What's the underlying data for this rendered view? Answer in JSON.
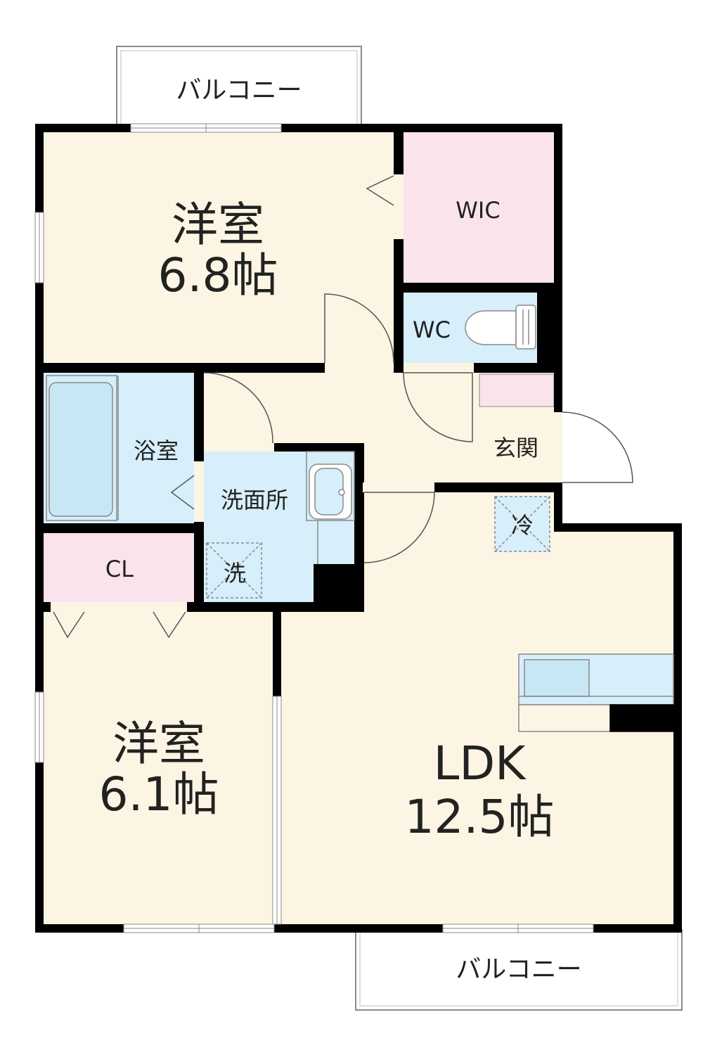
{
  "colors": {
    "wall": "#000000",
    "room_cream": "#fdf5e3",
    "wet_blue": "#d6effa",
    "closet_pink": "#fbe3ee",
    "fixture_blue": "#c7e7f5",
    "line_gray": "#8a8a8a"
  },
  "rooms": {
    "balcony_top": "バルコニー",
    "western_top_name": "洋室",
    "western_top_size": "6.8帖",
    "wic": "WIC",
    "wc": "WC",
    "bath": "浴室",
    "washroom": "洗面所",
    "washer": "洗",
    "entrance": "玄関",
    "fridge": "冷",
    "closet": "CL",
    "western_bottom_name": "洋室",
    "western_bottom_size": "6.1帖",
    "ldk_name": "LDK",
    "ldk_size": "12.5帖",
    "balcony_bottom": "バルコニー"
  },
  "icons": [
    "toilet-icon",
    "bathtub-icon",
    "sink-icon",
    "kitchen-sink-icon",
    "door-swing-icon",
    "window-icon"
  ]
}
